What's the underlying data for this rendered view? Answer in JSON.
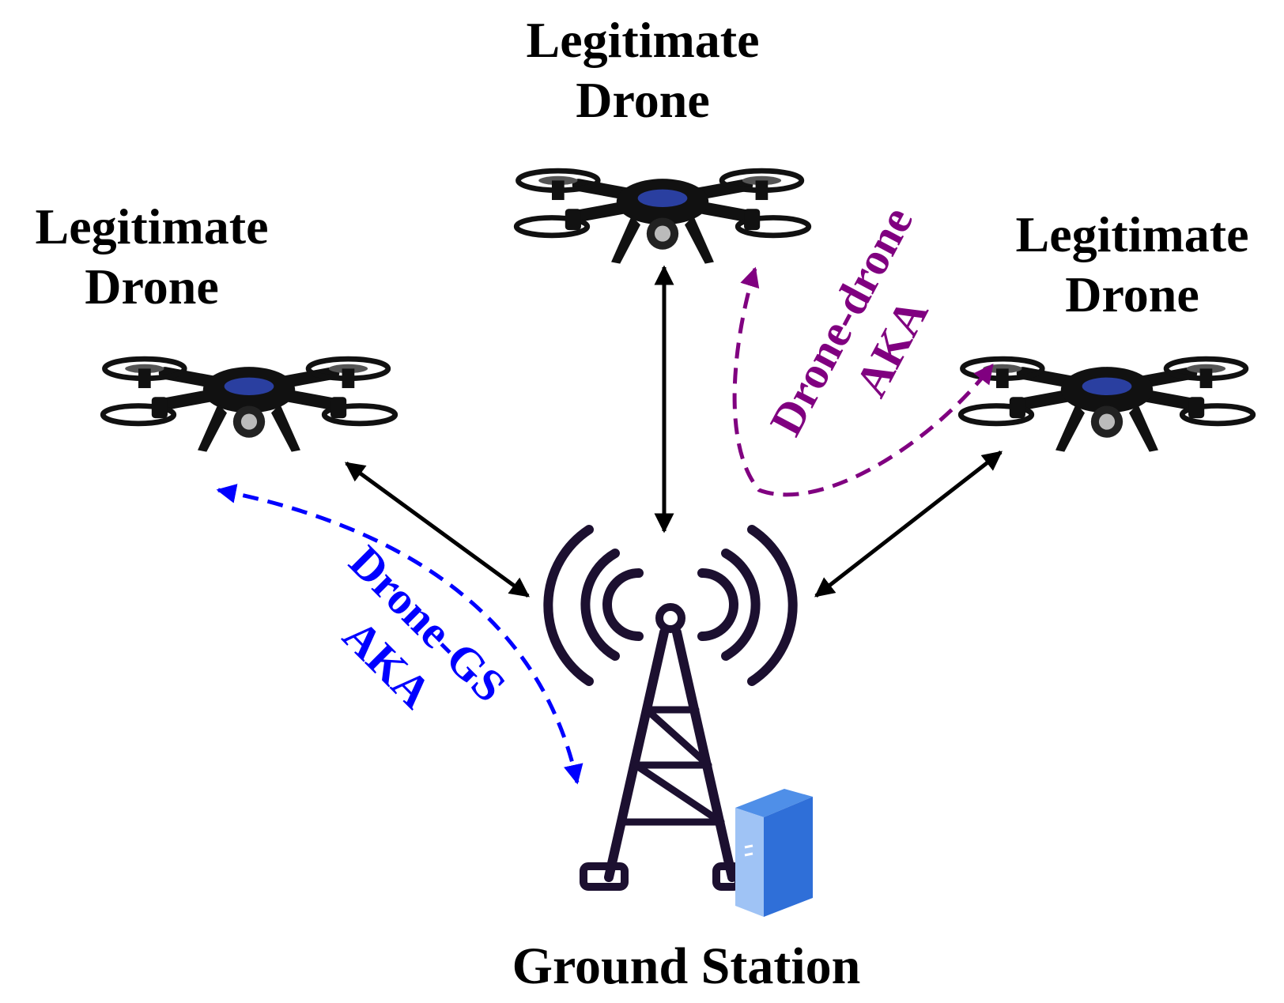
{
  "diagram": {
    "nodes": {
      "drone_left": {
        "label_line1": "Legitimate",
        "label_line2": "Drone",
        "icon": "quadcopter-drone-icon"
      },
      "drone_top": {
        "label_line1": "Legitimate",
        "label_line2": "Drone",
        "icon": "quadcopter-drone-icon"
      },
      "drone_right": {
        "label_line1": "Legitimate",
        "label_line2": "Drone",
        "icon": "quadcopter-drone-icon"
      },
      "ground_station": {
        "label": "Ground Station",
        "icon": "radio-tower-icon",
        "server_icon": "server-icon"
      }
    },
    "edges": {
      "drone_gs_aka": {
        "line1": "Drone-GS",
        "line2": "AKA",
        "color": "#0000ff",
        "style": "dashed"
      },
      "drone_drone_aka": {
        "line1": "Drone-drone",
        "line2": "AKA",
        "color": "#800080",
        "style": "dashed"
      },
      "links_color": "#000000",
      "links_style": "solid double-headed"
    },
    "colors": {
      "tower": "#1c1030",
      "drone_body": "#111111",
      "drone_accent": "#2a3fa0",
      "server_top": "#4f8fe8",
      "server_front": "#2f6fd8",
      "server_side": "#9fc3f5"
    }
  }
}
